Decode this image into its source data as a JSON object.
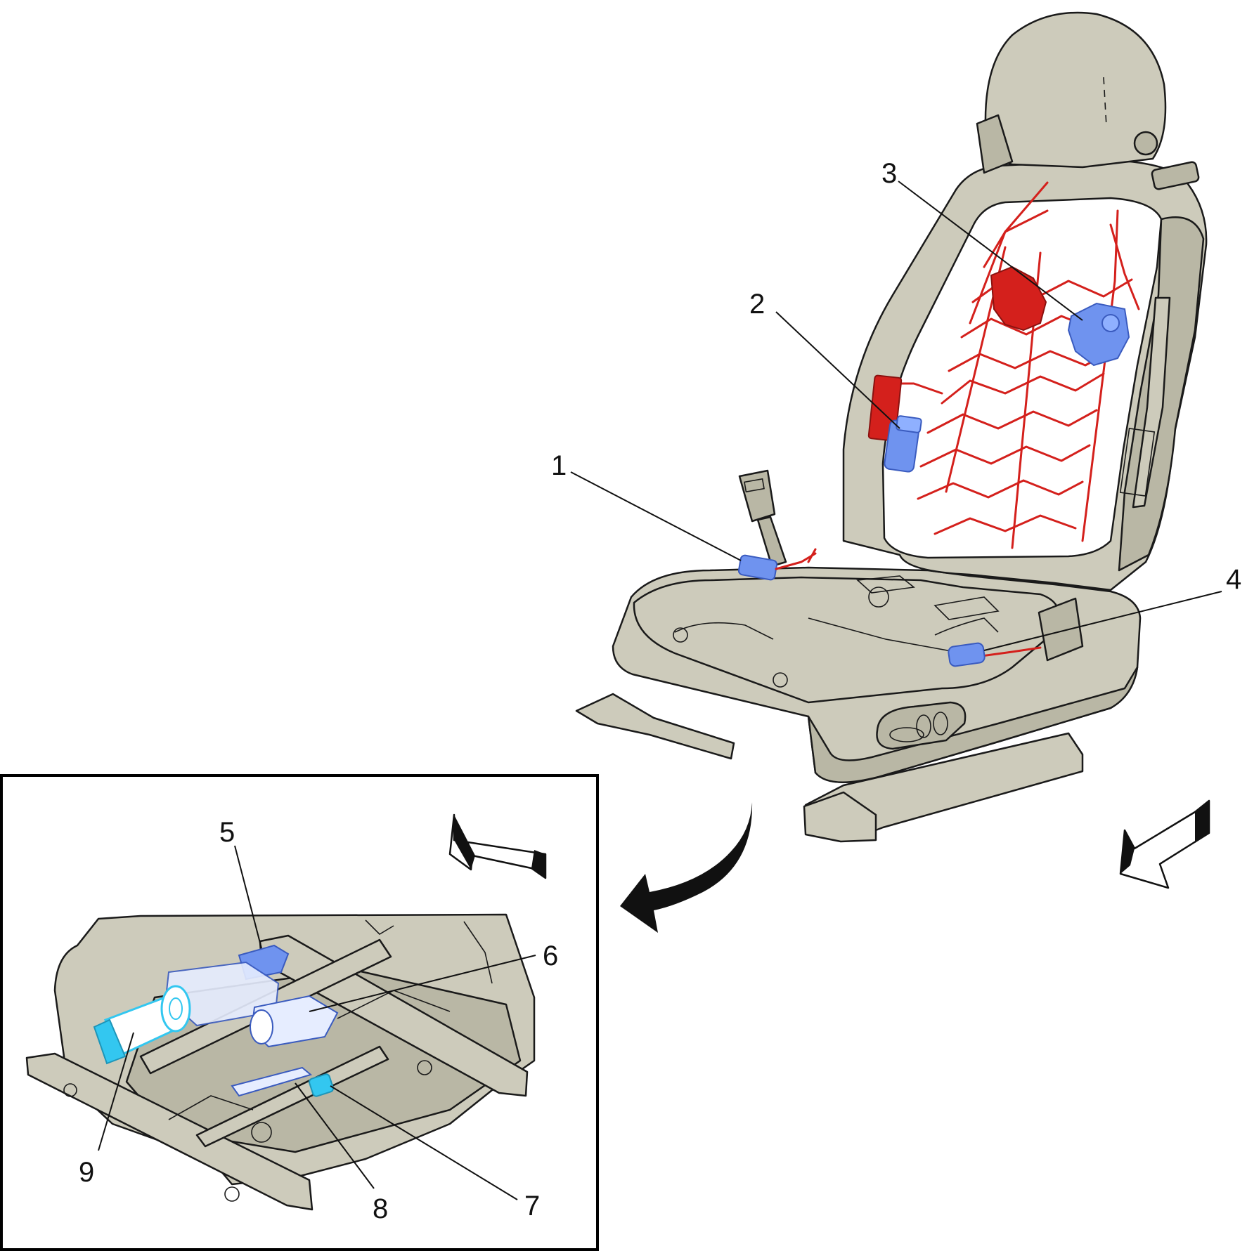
{
  "colors": {
    "background": "#ffffff",
    "seat_fill": "#cdcbbb",
    "seat_shadow": "#b9b7a5",
    "outline": "#1a1a1a",
    "wiring_red": "#d4201c",
    "component_blue": "#6f93ef",
    "component_cyan": "#33c7f0",
    "inset_border": "#000000"
  },
  "icons": {
    "transfer_arrow": "curved-arrow-icon",
    "direction_main": "front-direction-arrow-icon",
    "direction_inset": "front-direction-arrow-icon"
  },
  "callouts": {
    "c1": "1",
    "c2": "2",
    "c3": "3",
    "c4": "4",
    "c5": "5",
    "c6": "6",
    "c7": "7",
    "c8": "8",
    "c9": "9"
  }
}
